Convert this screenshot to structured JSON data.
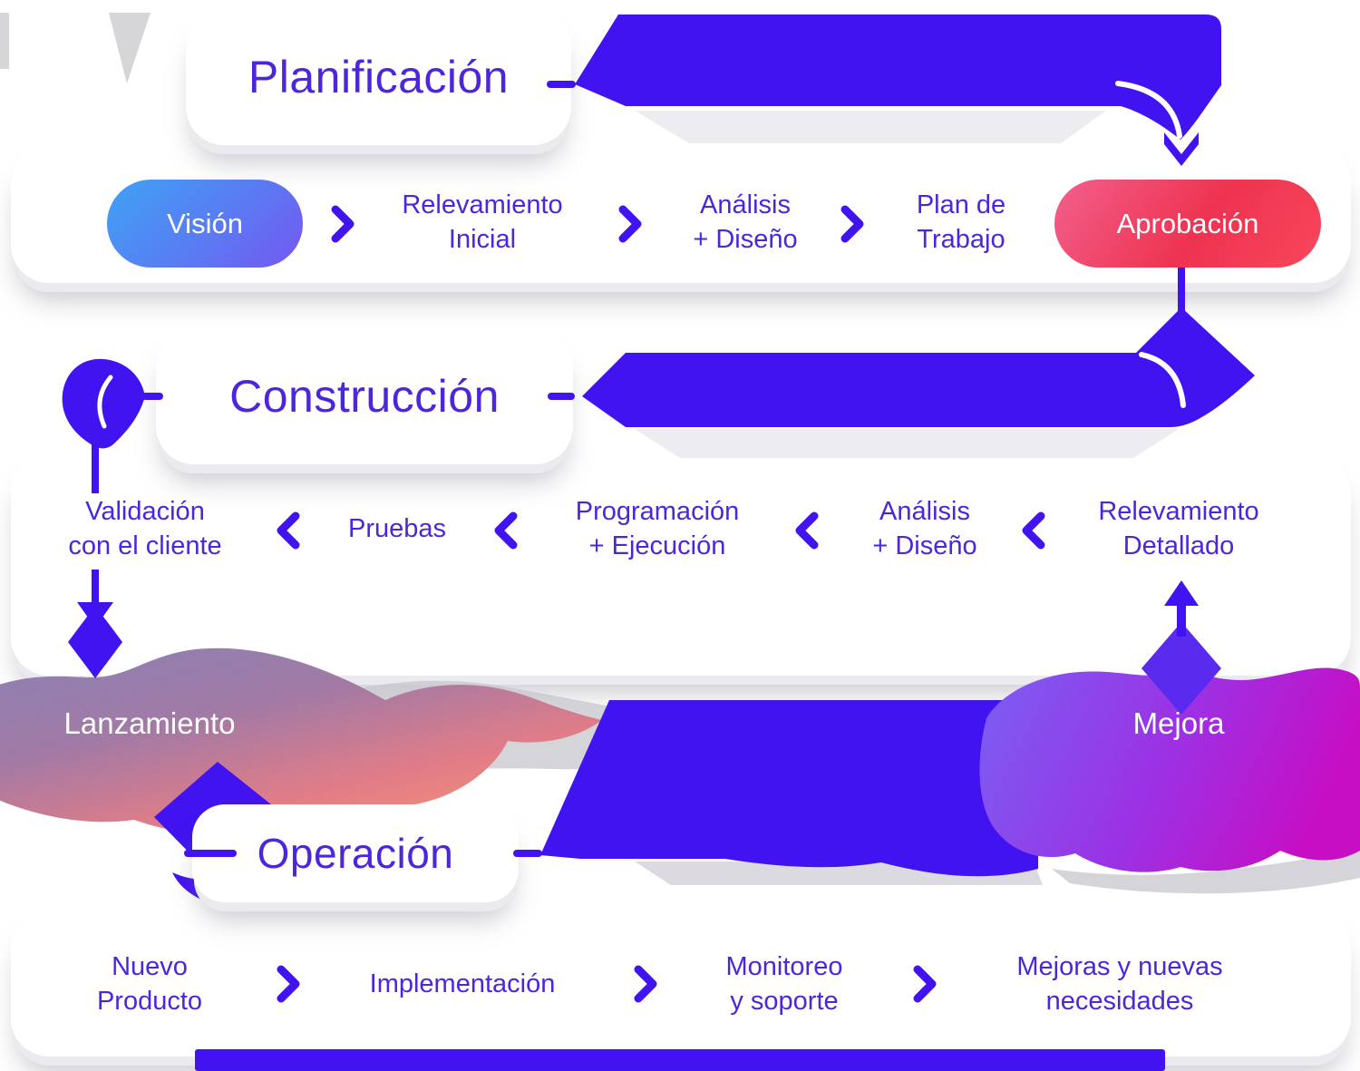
{
  "colors": {
    "shape_blue": "#4113F0",
    "text_blue": "#4D26DC",
    "vision_gradient": [
      "#3FA2F5",
      "#7657F1"
    ],
    "aprobacion_gradient": [
      "#F2608C",
      "#EE3350",
      "#F8475C"
    ],
    "lanzamiento_gradient": [
      "#8A82B5",
      "#A27AA5",
      "#E27C87",
      "#F49078"
    ],
    "mejora_gradient": [
      "#7A5FF3",
      "#9B32E5",
      "#C60FC5"
    ],
    "card_bg": "#FFFFFF"
  },
  "phases": {
    "planificacion": {
      "title": "Planificación",
      "flow_direction": "left-to-right",
      "steps": [
        {
          "label": "Visión",
          "style": "pill-blue"
        },
        {
          "label": "Relevamiento\nInicial",
          "style": "text"
        },
        {
          "label": "Análisis\n+ Diseño",
          "style": "text"
        },
        {
          "label": "Plan de\nTrabajo",
          "style": "text"
        },
        {
          "label": "Aprobación",
          "style": "pill-red"
        }
      ]
    },
    "construccion": {
      "title": "Construcción",
      "flow_direction": "right-to-left",
      "steps": [
        {
          "label": "Validación\ncon el cliente",
          "style": "text"
        },
        {
          "label": "Pruebas",
          "style": "text"
        },
        {
          "label": "Programación\n+ Ejecución",
          "style": "text"
        },
        {
          "label": "Análisis\n+ Diseño",
          "style": "text"
        },
        {
          "label": "Relevamiento\nDetallado",
          "style": "text"
        }
      ]
    },
    "operacion": {
      "title": "Operación",
      "flow_direction": "left-to-right",
      "steps": [
        {
          "label": "Nuevo\nProducto",
          "style": "text"
        },
        {
          "label": "Implementación",
          "style": "text"
        },
        {
          "label": "Monitoreo\ny soporte",
          "style": "text"
        },
        {
          "label": "Mejoras y nuevas\nnecesidades",
          "style": "text"
        }
      ]
    }
  },
  "milestones": {
    "lanzamiento": {
      "label": "Lanzamiento"
    },
    "mejora": {
      "label": "Mejora"
    }
  }
}
